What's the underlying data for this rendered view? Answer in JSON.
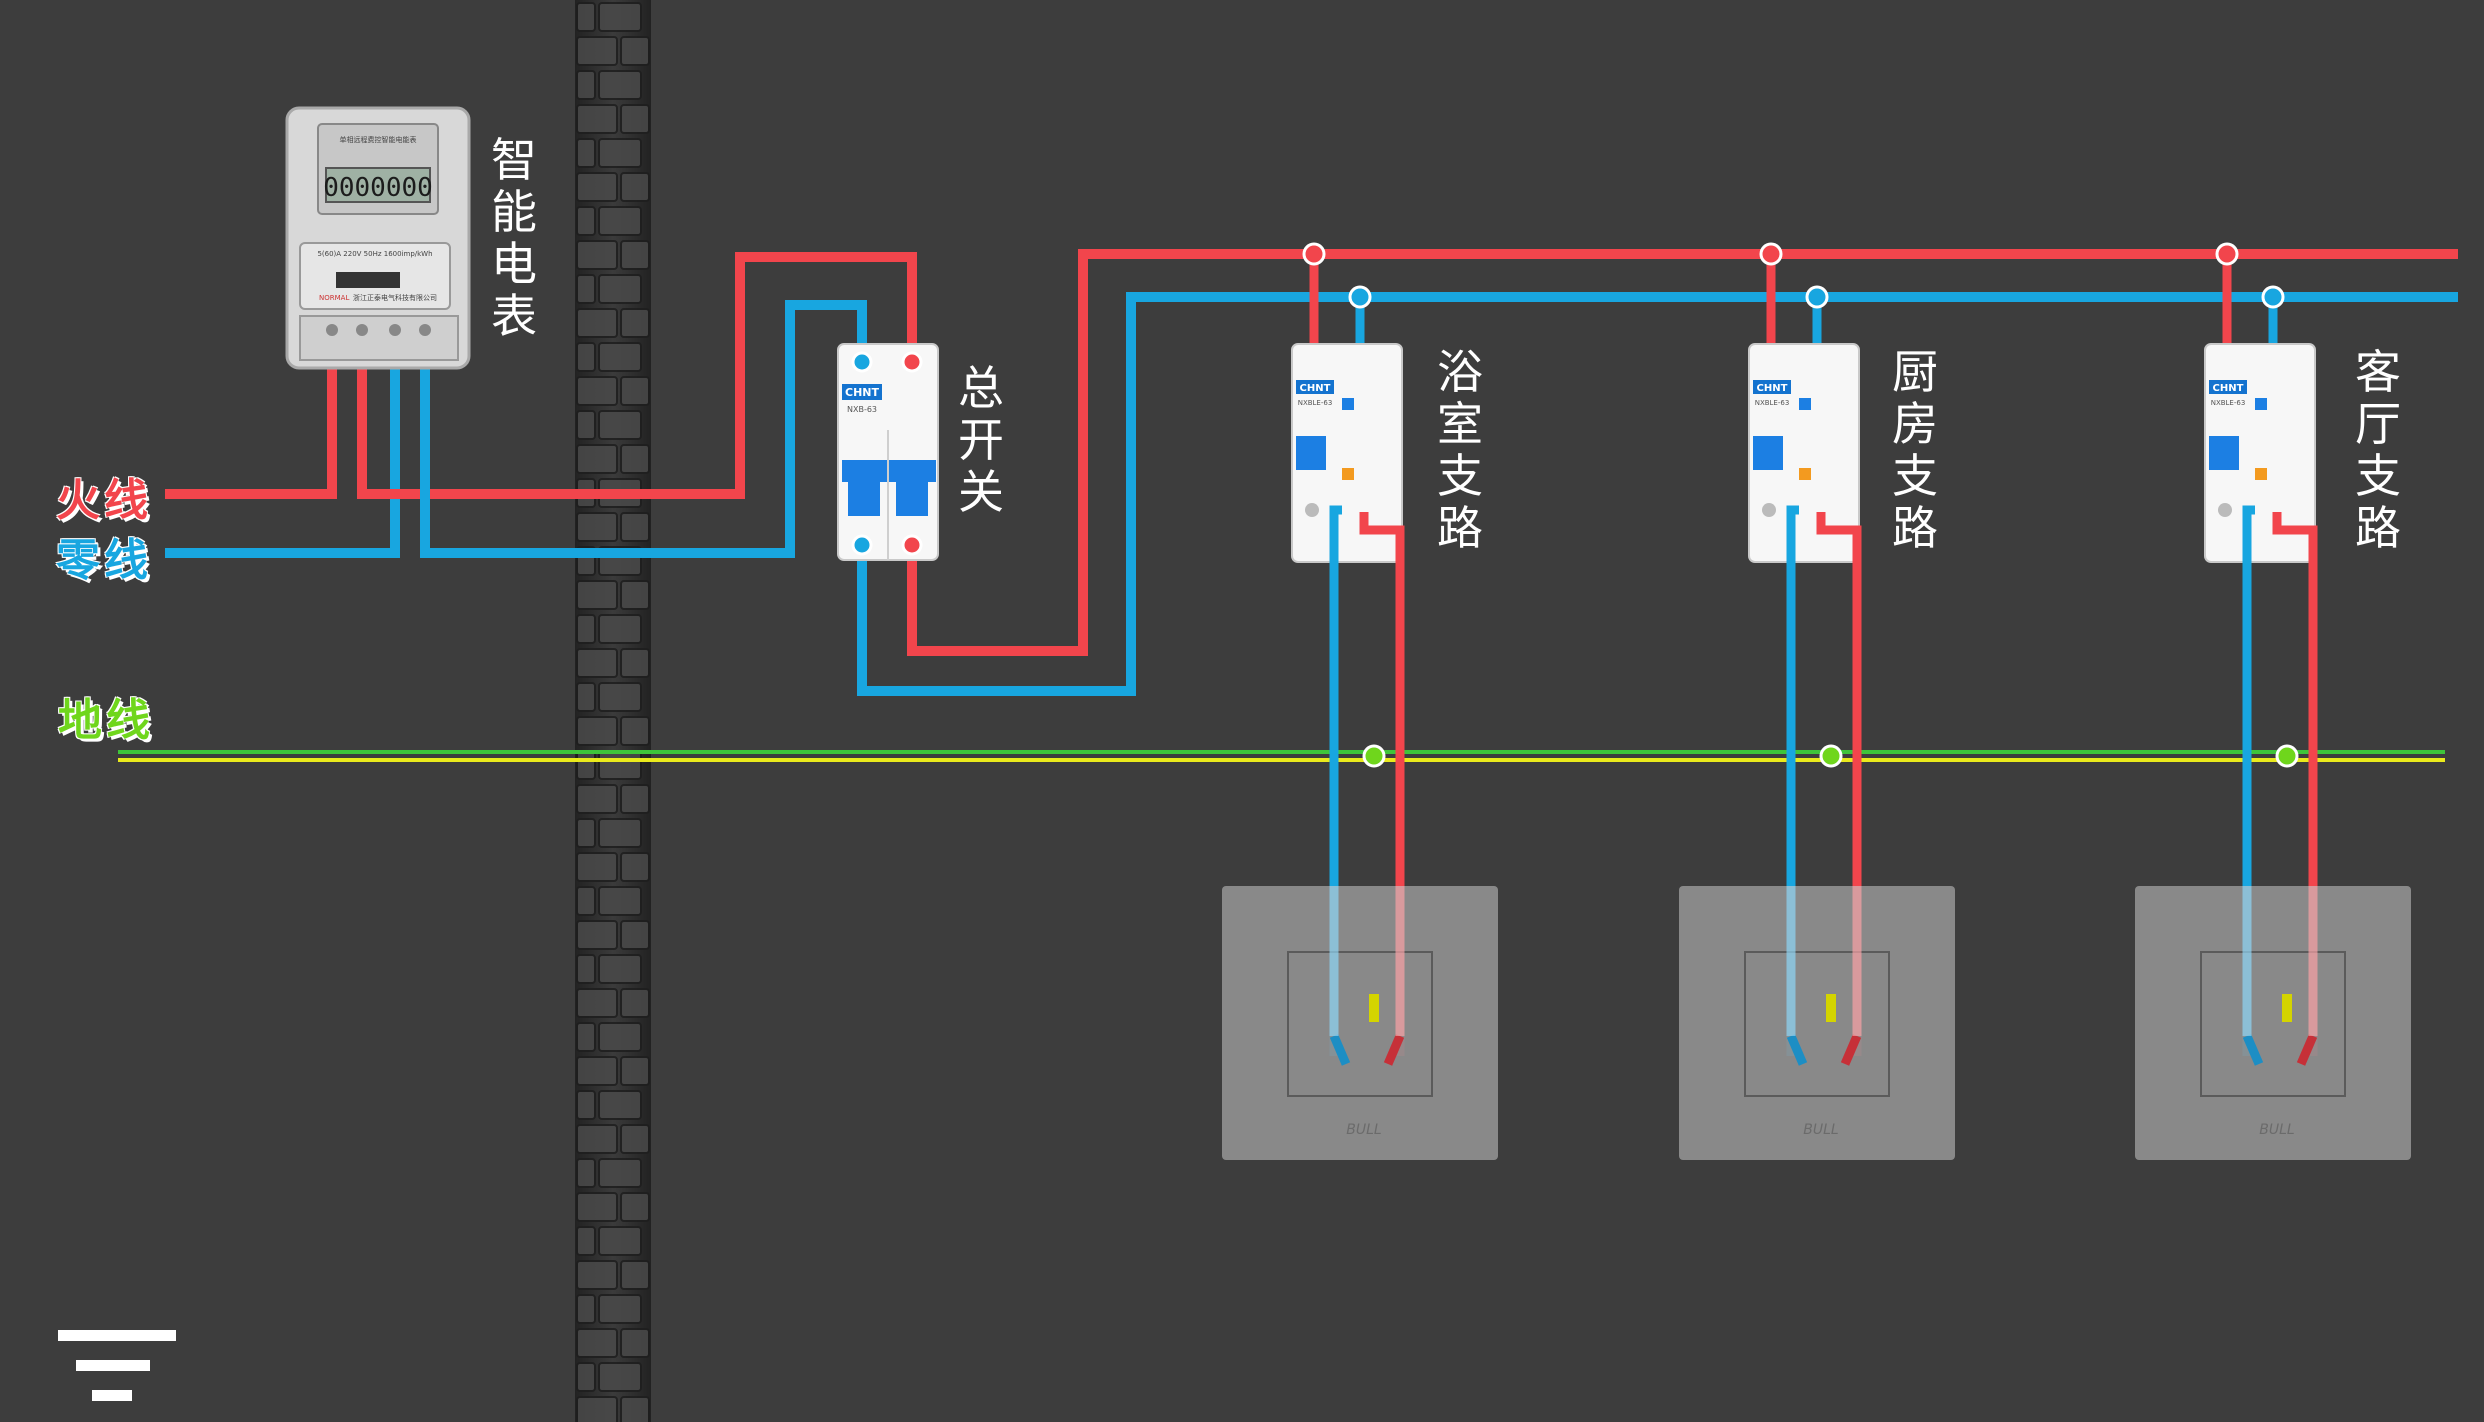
{
  "title": "",
  "wire_labels": {
    "live": "火线",
    "neutral": "零线",
    "ground": "地线"
  },
  "meter": {
    "label": "智能电表",
    "reading": "0000000",
    "header_text": "单相远程费控智能电能表",
    "spec_text": "5(60)A 220V 50Hz 1600imp/kWh",
    "maker_text": "浙江正泰电气科技有限公司",
    "brand_text": "NORMAL"
  },
  "main_switch": {
    "label": "总开关",
    "brand": "CHNT",
    "model": "NXB-63"
  },
  "branches": [
    {
      "label": "浴室支路",
      "brand": "CHNT",
      "model": "NXBLE-63",
      "socket_brand": "BULL"
    },
    {
      "label": "厨房支路",
      "brand": "CHNT",
      "model": "NXBLE-63",
      "socket_brand": "BULL"
    },
    {
      "label": "客厅支路",
      "brand": "CHNT",
      "model": "NXBLE-63",
      "socket_brand": "BULL"
    }
  ],
  "colors": {
    "background": "#3d3d3d",
    "live": "#f2454c",
    "neutral": "#18a6e0",
    "ground_green": "#3ec43a",
    "ground_yellow": "#eaea1c",
    "wall": "#2b2b2b",
    "socket_panel": "#8f8f8f"
  }
}
